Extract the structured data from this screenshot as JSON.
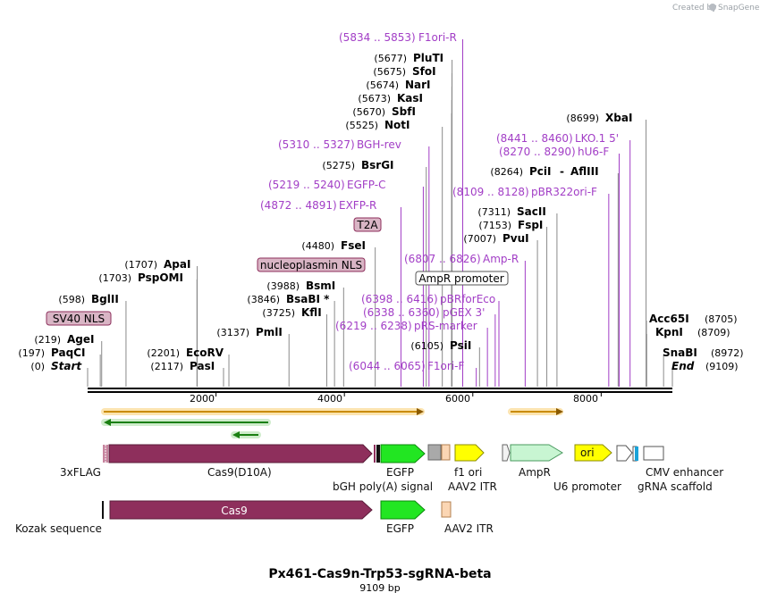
{
  "credit": {
    "text": "Created by",
    "brand": "SnapGene"
  },
  "title": "Px461-Cas9n-Trp53-sgRNA-beta",
  "subtitle": "9109 bp",
  "sequence_length": 9109,
  "axis_ticks": [
    "2000",
    "4000",
    "6000",
    "8000"
  ],
  "axis_tick_values": [
    2000,
    4000,
    6000,
    8000
  ],
  "colors": {
    "primer": "#a23ec6",
    "cas9": "#8e2f5c",
    "egfp": "#22e622",
    "ori": "#ffff00",
    "ampr": "#c8f5d2",
    "orf": "#f2b800",
    "aav2itr": "#fbd6b4",
    "backbone": "#000000"
  },
  "enzymes": [
    {
      "pos": "(0)",
      "name": "Start",
      "italic": true,
      "bp": 0
    },
    {
      "pos": "(197)",
      "name": "PaqCI",
      "bp": 197
    },
    {
      "pos": "(219)",
      "name": "AgeI",
      "bp": 219
    },
    {
      "pos": "(598)",
      "name": "BglII",
      "bp": 598
    },
    {
      "pos": "(1703)",
      "name": "PspOMI",
      "bp": 1703
    },
    {
      "pos": "(1707)",
      "name": "ApaI",
      "bp": 1707
    },
    {
      "pos": "(2117)",
      "name": "PasI",
      "bp": 2117
    },
    {
      "pos": "(2201)",
      "name": "EcoRV",
      "bp": 2201
    },
    {
      "pos": "(3137)",
      "name": "PmlI",
      "bp": 3137
    },
    {
      "pos": "(3725)",
      "name": "KflI",
      "bp": 3725
    },
    {
      "pos": "(3846)",
      "name": "BsaBI *",
      "bp": 3846
    },
    {
      "pos": "(3988)",
      "name": "BsmI",
      "bp": 3988
    },
    {
      "pos": "(4480)",
      "name": "FseI",
      "bp": 4480
    },
    {
      "pos": "(5275)",
      "name": "BsrGI",
      "bp": 5275
    },
    {
      "pos": "(5525)",
      "name": "NotI",
      "bp": 5525
    },
    {
      "pos": "(5670)",
      "name": "SbfI",
      "bp": 5670
    },
    {
      "pos": "(5673)",
      "name": "KasI",
      "bp": 5673
    },
    {
      "pos": "(5674)",
      "name": "NarI",
      "bp": 5674
    },
    {
      "pos": "(5675)",
      "name": "SfoI",
      "bp": 5675
    },
    {
      "pos": "(5677)",
      "name": "PluTI",
      "bp": 5677
    },
    {
      "pos": "(6105)",
      "name": "PsiI",
      "bp": 6105
    },
    {
      "pos": "(7007)",
      "name": "PvuI",
      "bp": 7007
    },
    {
      "pos": "(7153)",
      "name": "FspI",
      "bp": 7153
    },
    {
      "pos": "(7311)",
      "name": "SacII",
      "bp": 7311
    },
    {
      "pos": "(8264)",
      "name": "PciI",
      "extra": "AflIII",
      "bp": 8264
    },
    {
      "pos": "(8699)",
      "name": "XbaI",
      "bp": 8699
    },
    {
      "pos": "(8705)",
      "name": "Acc65I",
      "bp": 8705
    },
    {
      "pos": "(8709)",
      "name": "KpnI",
      "bp": 8709
    },
    {
      "pos": "(8972)",
      "name": "SnaBI",
      "bp": 8972
    },
    {
      "pos": "(9109)",
      "name": "End",
      "italic": true,
      "bp": 9109
    }
  ],
  "primers": [
    {
      "range": "(5834 .. 5853)",
      "name": "F1ori-R",
      "bp": 5843
    },
    {
      "range": "(5310 .. 5327)",
      "name": "BGH-rev",
      "bp": 5318
    },
    {
      "range": "(5219 .. 5240)",
      "name": "EGFP-C",
      "bp": 5229
    },
    {
      "range": "(4872 .. 4891)",
      "name": "EXFP-R",
      "bp": 4881
    },
    {
      "range": "(8441 .. 8460)",
      "name": "LKO.1 5'",
      "bp": 8450
    },
    {
      "range": "(8270 .. 8290)",
      "name": "hU6-F",
      "bp": 8280
    },
    {
      "range": "(8109 .. 8128)",
      "name": "pBR322ori-F",
      "bp": 8118
    },
    {
      "range": "(6807 .. 6826)",
      "name": "Amp-R",
      "bp": 6816
    },
    {
      "range": "(6398 .. 6416)",
      "name": "pBRforEco",
      "bp": 6407
    },
    {
      "range": "(6338 .. 6360)",
      "name": "pGEX 3'",
      "bp": 6349
    },
    {
      "range": "(6219 .. 6238)",
      "name": "pRS-marker",
      "bp": 6228
    },
    {
      "range": "(6044 .. 6065)",
      "name": "F1ori-F",
      "bp": 6054
    }
  ],
  "boxed_features": [
    {
      "name": "SV40 NLS",
      "bp": 600
    },
    {
      "name": "nucleoplasmin NLS",
      "bp": 4350
    },
    {
      "name": "T2A",
      "bp": 4430
    },
    {
      "name": "AmpR promoter",
      "bp": 6420
    }
  ],
  "features_row1": [
    {
      "name": "3xFLAG",
      "bp": 200
    },
    {
      "name": "Cas9(D10A)",
      "bp": 2200
    },
    {
      "name": "EGFP",
      "bp": 4850
    },
    {
      "name": "bGH poly(A) signal",
      "bp": 5375
    },
    {
      "name": "f1 ori",
      "bp": 5880
    },
    {
      "name": "AAV2 ITR",
      "bp": 5810
    },
    {
      "name": "AmpR",
      "bp": 7000
    },
    {
      "name": "ori",
      "bp": 7700
    },
    {
      "name": "U6 promoter",
      "bp": 8150
    },
    {
      "name": "CMV enhancer",
      "bp": 8900
    },
    {
      "name": "gRNA scaffold",
      "bp": 8650
    }
  ],
  "features_row2": [
    {
      "name": "Kozak sequence",
      "bp": 200
    },
    {
      "name": "Cas9",
      "bp": 2300
    },
    {
      "name": "EGFP",
      "bp": 4850
    },
    {
      "name": "AAV2 ITR",
      "bp": 5910
    }
  ]
}
